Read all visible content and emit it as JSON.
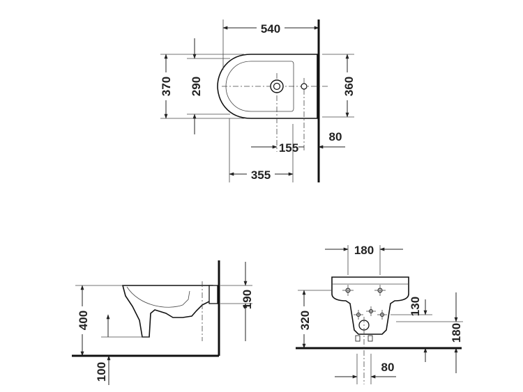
{
  "top_view": {
    "dim_width": "540",
    "dim_outer_depth": "370",
    "dim_inner_depth": "290",
    "dim_mount_depth": "360",
    "dim_hole_offset": "155",
    "dim_wall_offset": "80",
    "dim_centre_offset": "355"
  },
  "side_view": {
    "dim_height": "400",
    "dim_rim_height": "190",
    "dim_floor": "100"
  },
  "front_view": {
    "dim_top_holes": "180",
    "dim_height": "320",
    "dim_hole_spacing": "130",
    "dim_bottom_holes": "180",
    "dim_bottom_offset": "80"
  }
}
